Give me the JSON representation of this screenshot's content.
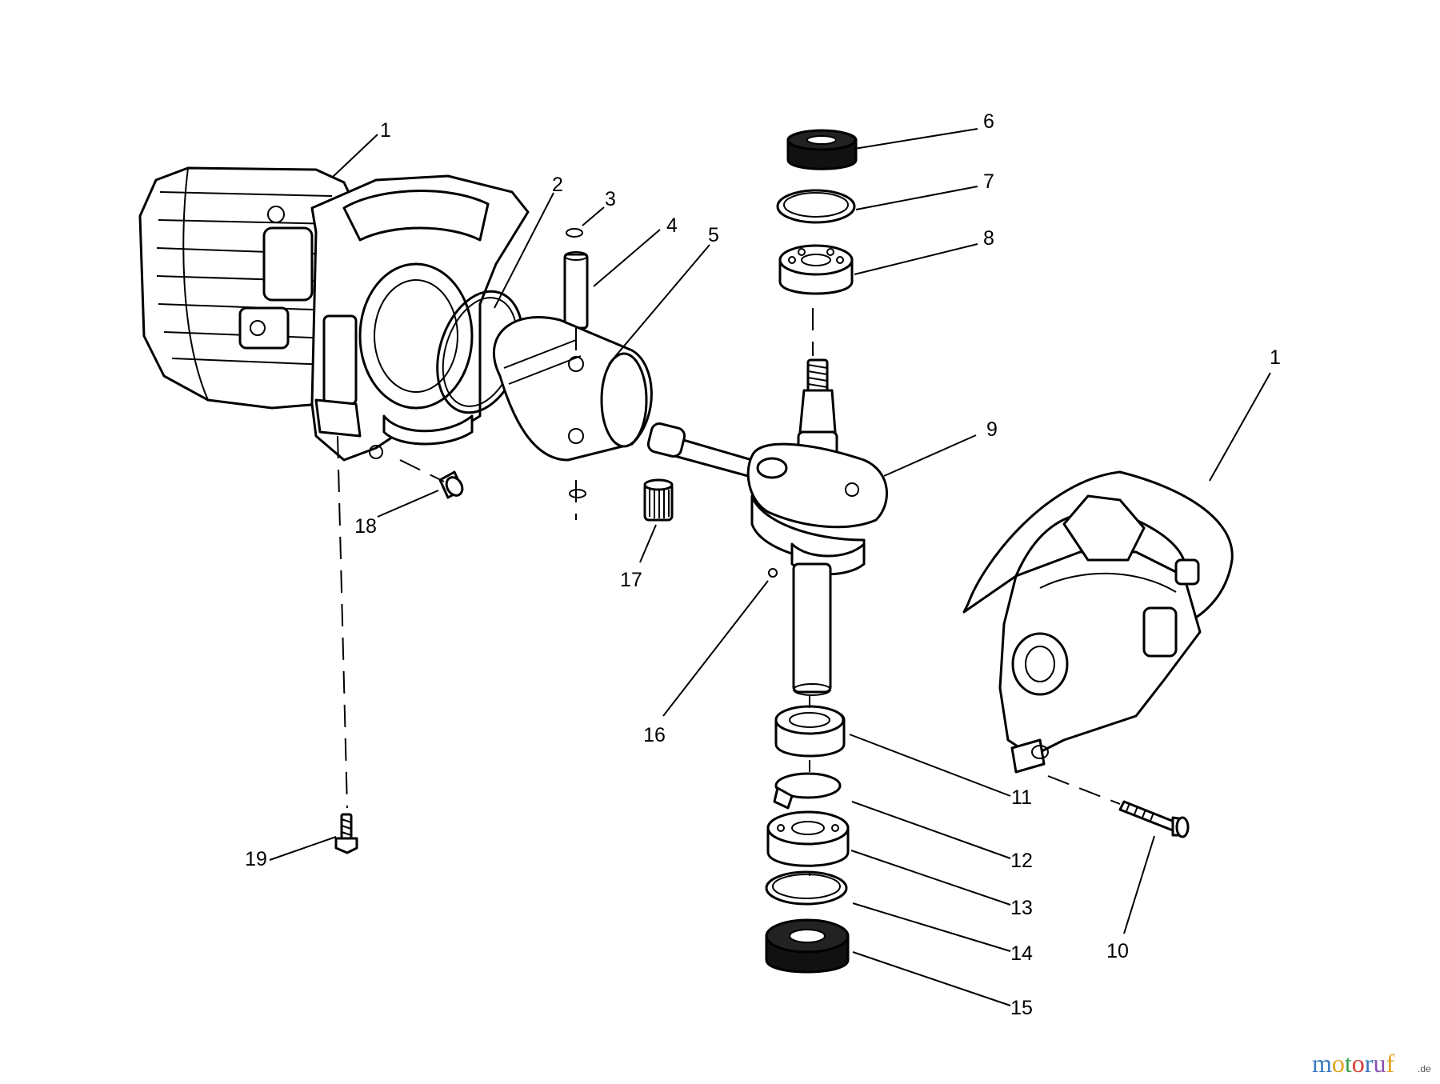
{
  "callouts": [
    {
      "id": "c1a",
      "label": "1"
    },
    {
      "id": "c1b",
      "label": "1"
    },
    {
      "id": "c2",
      "label": "2"
    },
    {
      "id": "c3",
      "label": "3"
    },
    {
      "id": "c4",
      "label": "4"
    },
    {
      "id": "c5",
      "label": "5"
    },
    {
      "id": "c6",
      "label": "6"
    },
    {
      "id": "c7",
      "label": "7"
    },
    {
      "id": "c8",
      "label": "8"
    },
    {
      "id": "c9",
      "label": "9"
    },
    {
      "id": "c10",
      "label": "10"
    },
    {
      "id": "c11",
      "label": "11"
    },
    {
      "id": "c12",
      "label": "12"
    },
    {
      "id": "c13",
      "label": "13"
    },
    {
      "id": "c14",
      "label": "14"
    },
    {
      "id": "c15",
      "label": "15"
    },
    {
      "id": "c16",
      "label": "16"
    },
    {
      "id": "c17",
      "label": "17"
    },
    {
      "id": "c18",
      "label": "18"
    },
    {
      "id": "c19",
      "label": "19"
    }
  ],
  "watermark": {
    "letters": [
      "m",
      "o",
      "t",
      "o",
      "r",
      "u",
      "f"
    ],
    "colors": [
      "#3a7abf",
      "#e0a21a",
      "#3aa24a",
      "#d83a34",
      "#3a7abf",
      "#8a4fb0",
      "#e0a21a"
    ],
    "suffix": ".de"
  }
}
